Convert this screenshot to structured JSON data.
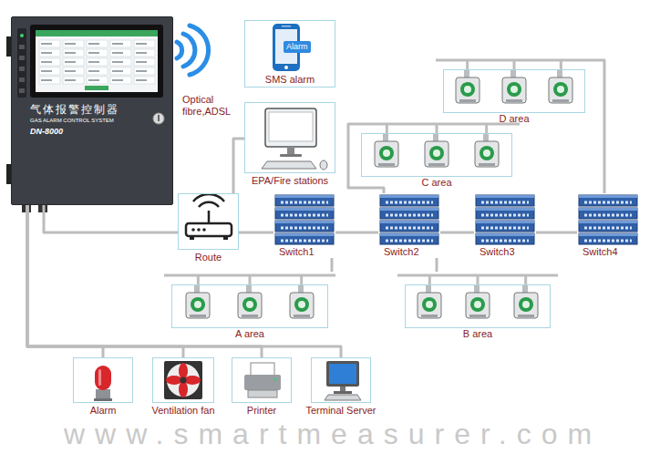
{
  "diagram": {
    "nodes": [
      {
        "text": [
          "气体报警控制器",
          "GAS ALARM CONTROL SYSTEM",
          "DN-8000"
        ]
      },
      {
        "text": [
          "Alarm",
          "SMS alarm"
        ]
      },
      {
        "text": [
          "EPA/Fire stations"
        ]
      },
      {
        "text": [
          "D area"
        ]
      },
      {
        "text": [
          "C area"
        ]
      },
      {
        "text": [
          "Route"
        ]
      },
      {
        "text": [
          "Switch1"
        ]
      },
      {
        "text": [
          "Switch2"
        ]
      },
      {
        "text": [
          "Switch3"
        ]
      },
      {
        "text": [
          "Switch4"
        ]
      },
      {
        "text": [
          "A area"
        ]
      },
      {
        "text": [
          "B area"
        ]
      },
      {
        "text": [
          "Alarm"
        ]
      },
      {
        "text": [
          "Ventilation fan"
        ]
      },
      {
        "text": [
          "Printer"
        ]
      },
      {
        "text": [
          "Terminal Server"
        ]
      }
    ],
    "edges": [
      {
        "from": 0,
        "to": 5,
        "arrow": "none"
      },
      {
        "from": 5,
        "to": 2,
        "arrow": "none"
      },
      {
        "from": 5,
        "to": 6,
        "arrow": "none"
      },
      {
        "from": 6,
        "to": 7,
        "arrow": "none"
      },
      {
        "from": 7,
        "to": 8,
        "arrow": "none"
      },
      {
        "from": 8,
        "to": 9,
        "arrow": "none"
      },
      {
        "from": 6,
        "to": 10,
        "arrow": "none"
      },
      {
        "from": 7,
        "to": 4,
        "arrow": "none"
      },
      {
        "from": 7,
        "to": 11,
        "arrow": "none"
      },
      {
        "from": 9,
        "to": 3,
        "arrow": "none"
      },
      {
        "from": 0,
        "to": 12,
        "arrow": "none"
      },
      {
        "from": 0,
        "to": 13,
        "arrow": "none"
      },
      {
        "from": 0,
        "to": 14,
        "arrow": "none"
      },
      {
        "from": 0,
        "to": 15,
        "arrow": "none"
      }
    ],
    "labels": [
      "Optical fibre,ADSL",
      "www.smartmeasurer.com"
    ]
  }
}
